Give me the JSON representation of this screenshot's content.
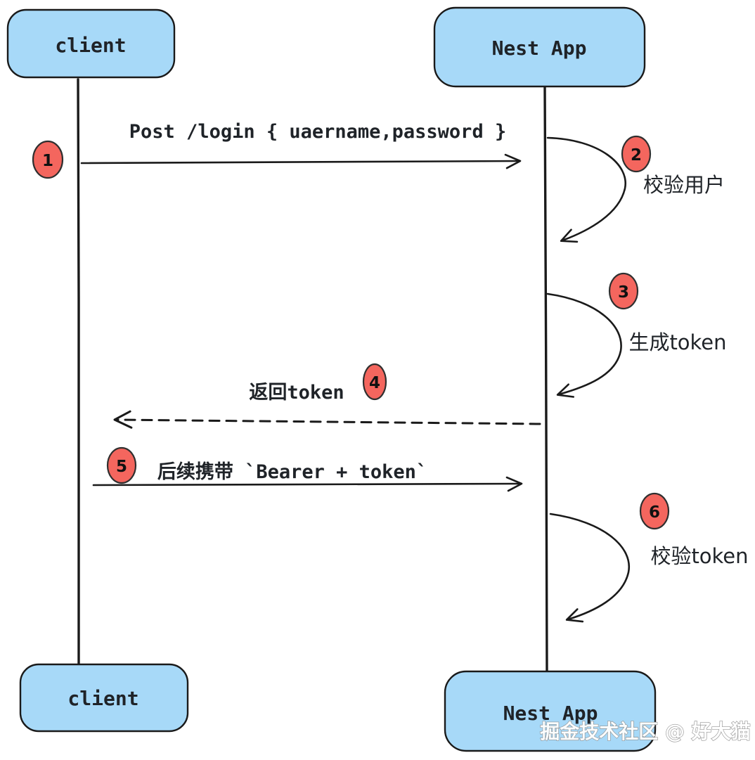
{
  "diagram": {
    "actors": {
      "top_left": "client",
      "top_right": "Nest App",
      "bottom_left": "client",
      "bottom_right": "Nest App"
    },
    "messages": {
      "login_request": "Post /login { uaername,password }",
      "return_token": "返回token",
      "bearer_request": "后续携带 `Bearer + token`"
    },
    "self_actions": {
      "verify_user": "校验用户",
      "generate_token": "生成token",
      "verify_token": "校验token"
    },
    "step_badges": [
      "1",
      "2",
      "3",
      "4",
      "5",
      "6"
    ],
    "watermark": "掘金技术社区 @ 好大猫",
    "colors": {
      "actor_fill": "#a7d9f8",
      "actor_border": "#1a1a1a",
      "badge_fill": "#f4665e",
      "badge_border": "#2f2f2f",
      "line": "#1a1a1a",
      "text": "#1f2328",
      "background": "#ffffff"
    }
  }
}
